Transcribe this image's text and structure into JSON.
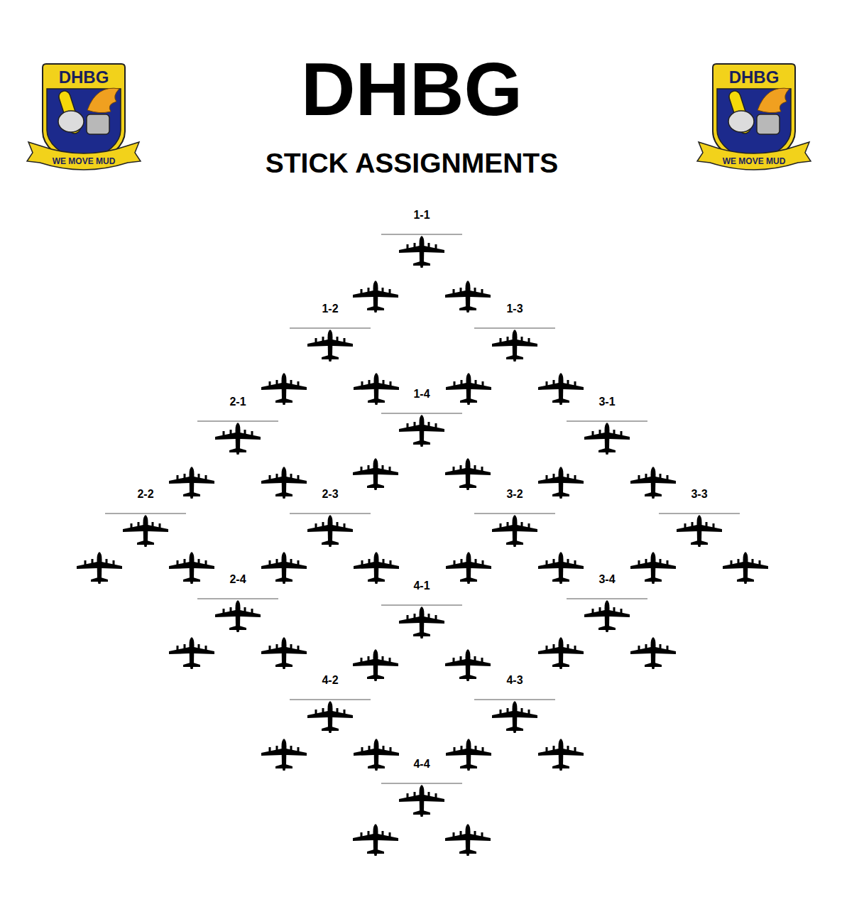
{
  "diagram": {
    "title": "DHBG",
    "labels": [
      "DHBG",
      "WE MOVE MUD",
      "DHBG",
      "WE MOVE MUD",
      "STICK ASSIGNMENTS",
      "1-1",
      "1-2",
      "1-3",
      "1-4",
      "2-1",
      "3-1",
      "2-2",
      "2-3",
      "3-2",
      "3-3",
      "2-4",
      "3-4",
      "4-1",
      "4-2",
      "4-3",
      "4-4"
    ]
  }
}
